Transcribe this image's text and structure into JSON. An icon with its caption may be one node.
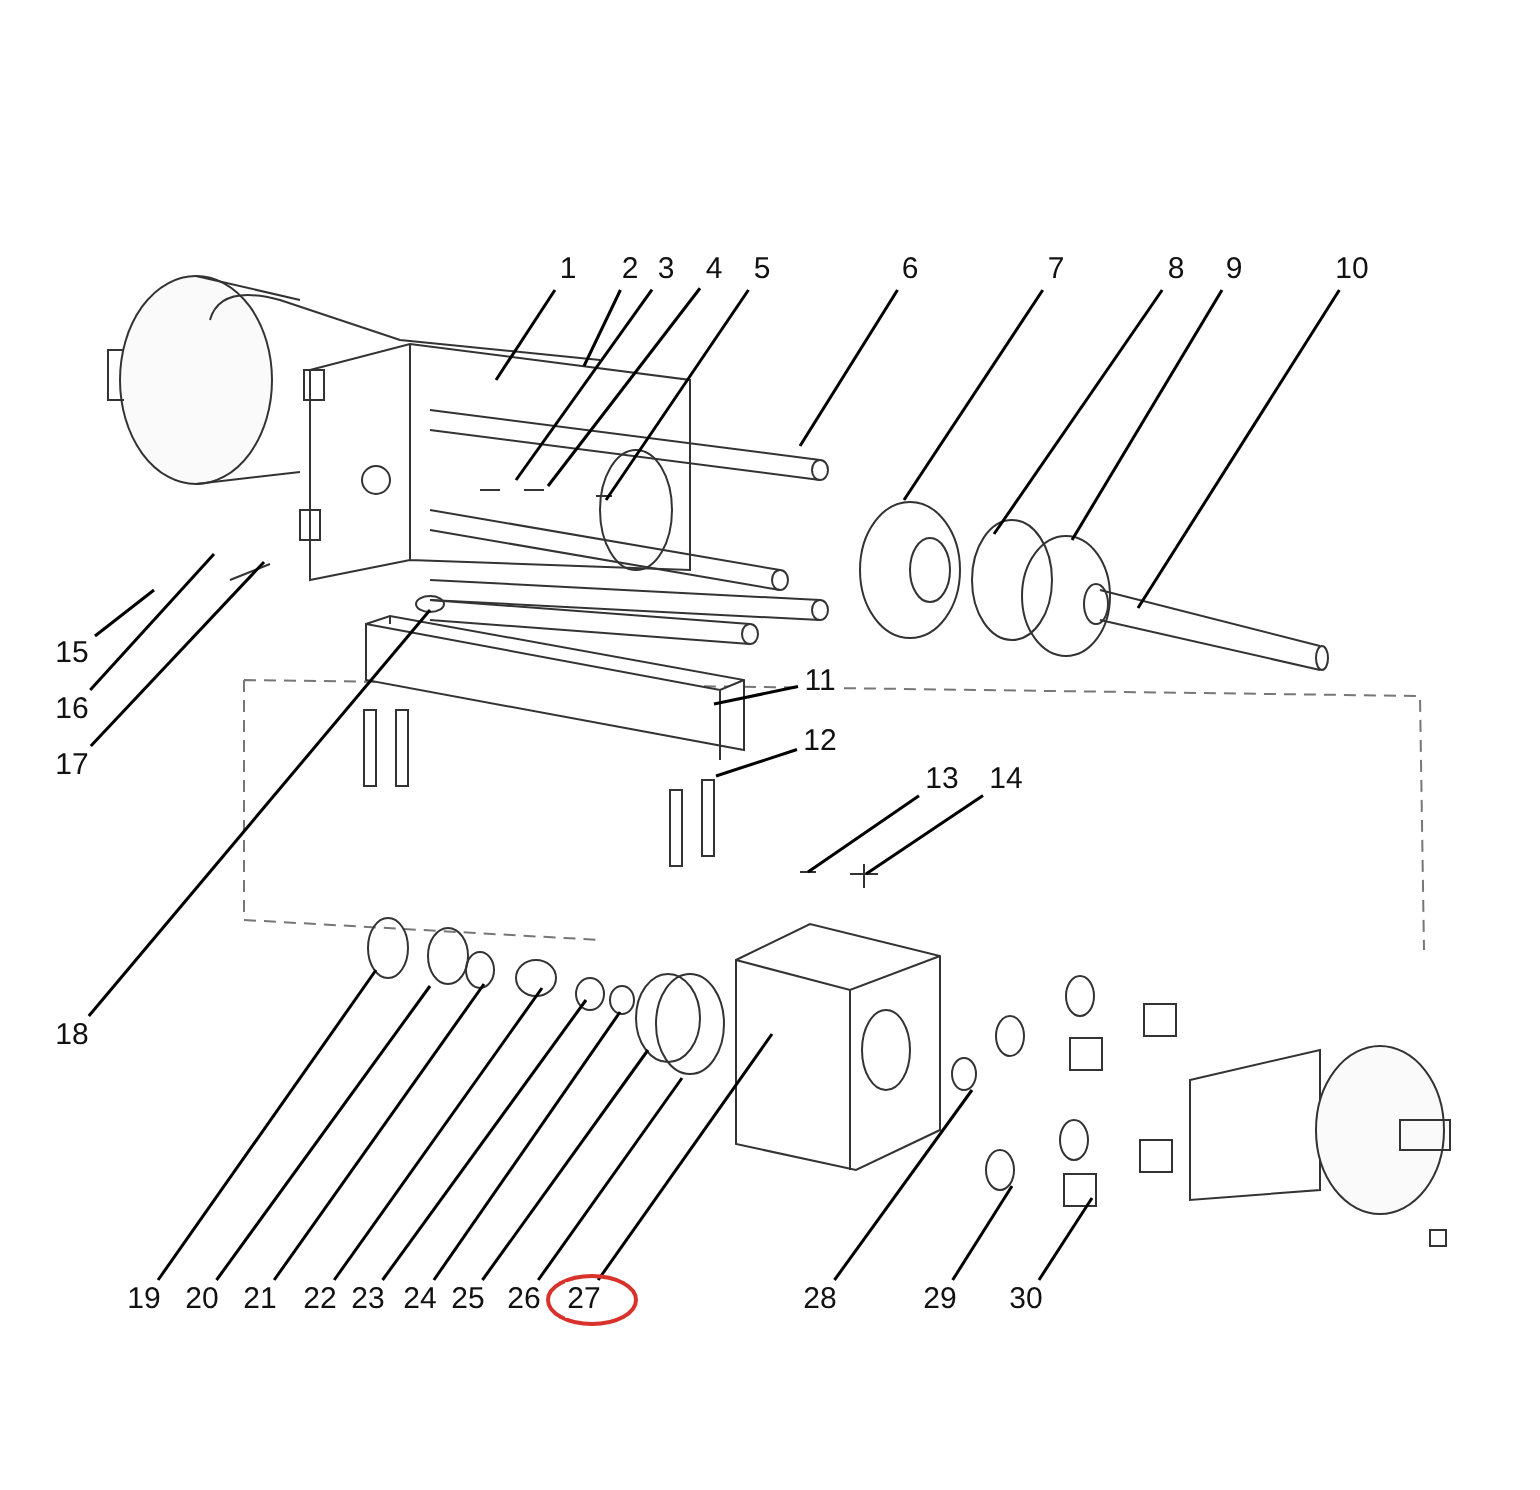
{
  "diagram": {
    "nodes": [
      {
        "text": [
          "1"
        ]
      },
      {
        "text": [
          "2"
        ]
      },
      {
        "text": [
          "3"
        ]
      },
      {
        "text": [
          "4"
        ]
      },
      {
        "text": [
          "5"
        ]
      },
      {
        "text": [
          "6"
        ]
      },
      {
        "text": [
          "7"
        ]
      },
      {
        "text": [
          "8"
        ]
      },
      {
        "text": [
          "9"
        ]
      },
      {
        "text": [
          "10"
        ]
      },
      {
        "text": [
          "11"
        ]
      },
      {
        "text": [
          "12"
        ]
      },
      {
        "text": [
          "13"
        ]
      },
      {
        "text": [
          "14"
        ]
      },
      {
        "text": [
          "15"
        ]
      },
      {
        "text": [
          "16"
        ]
      },
      {
        "text": [
          "17"
        ]
      },
      {
        "text": [
          "18"
        ]
      },
      {
        "text": [
          "19"
        ]
      },
      {
        "text": [
          "20"
        ]
      },
      {
        "text": [
          "21"
        ]
      },
      {
        "text": [
          "22"
        ]
      },
      {
        "text": [
          "23"
        ]
      },
      {
        "text": [
          "24"
        ]
      },
      {
        "text": [
          "25"
        ]
      },
      {
        "text": [
          "26"
        ]
      },
      {
        "text": [
          "27"
        ]
      },
      {
        "text": [
          "28"
        ]
      },
      {
        "text": [
          "29"
        ]
      },
      {
        "text": [
          "30"
        ]
      }
    ],
    "edges": [
      {
        "from": 0,
        "to": null,
        "arrow": "none"
      },
      {
        "from": 1,
        "to": null,
        "arrow": "none"
      },
      {
        "from": 2,
        "to": null,
        "arrow": "none"
      },
      {
        "from": 3,
        "to": null,
        "arrow": "none"
      },
      {
        "from": 4,
        "to": null,
        "arrow": "none"
      },
      {
        "from": 5,
        "to": null,
        "arrow": "none"
      },
      {
        "from": 6,
        "to": null,
        "arrow": "none"
      },
      {
        "from": 7,
        "to": null,
        "arrow": "none"
      },
      {
        "from": 8,
        "to": null,
        "arrow": "none"
      },
      {
        "from": 9,
        "to": null,
        "arrow": "none"
      },
      {
        "from": 10,
        "to": null,
        "arrow": "none"
      },
      {
        "from": 11,
        "to": null,
        "arrow": "none"
      },
      {
        "from": 12,
        "to": null,
        "arrow": "none"
      },
      {
        "from": 13,
        "to": null,
        "arrow": "none"
      },
      {
        "from": 14,
        "to": null,
        "arrow": "none"
      },
      {
        "from": 15,
        "to": null,
        "arrow": "none"
      },
      {
        "from": 16,
        "to": null,
        "arrow": "none"
      },
      {
        "from": 17,
        "to": null,
        "arrow": "none"
      },
      {
        "from": 18,
        "to": null,
        "arrow": "none"
      },
      {
        "from": 19,
        "to": null,
        "arrow": "none"
      },
      {
        "from": 20,
        "to": null,
        "arrow": "none"
      },
      {
        "from": 21,
        "to": null,
        "arrow": "none"
      },
      {
        "from": 22,
        "to": null,
        "arrow": "none"
      },
      {
        "from": 23,
        "to": null,
        "arrow": "none"
      },
      {
        "from": 24,
        "to": null,
        "arrow": "none"
      },
      {
        "from": 25,
        "to": null,
        "arrow": "none"
      },
      {
        "from": 26,
        "to": null,
        "arrow": "none"
      },
      {
        "from": 27,
        "to": null,
        "arrow": "none"
      },
      {
        "from": 28,
        "to": null,
        "arrow": "none"
      },
      {
        "from": 29,
        "to": null,
        "arrow": "none"
      }
    ]
  }
}
